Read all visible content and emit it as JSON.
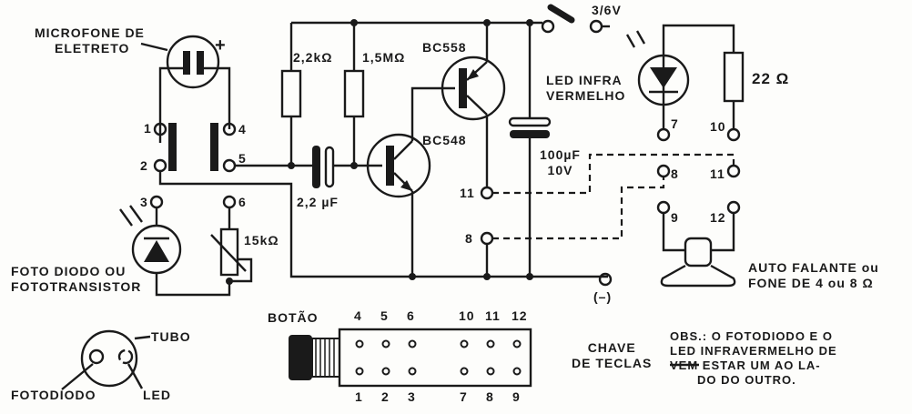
{
  "labels": {
    "mic": [
      "MICROFONE DE",
      "ELETRETO"
    ],
    "mic_plus": "+",
    "r1": "2,2kΩ",
    "r2": "1,5MΩ",
    "q1": "BC558",
    "q2": "BC548",
    "c1": "2,2 µF",
    "c2": [
      "100µF",
      "10V"
    ],
    "supply": "3/6V",
    "led": [
      "LED INFRA",
      "VERMELHO"
    ],
    "r3": "22 Ω",
    "pot": "15kΩ",
    "photo": [
      "FOTO DIODO OU",
      "FOTOTRANSISTOR"
    ],
    "ground": "(–)",
    "speaker": [
      "AUTO FALANTE ou",
      "FONE DE 4 ou 8 Ω"
    ],
    "tube": "TUBO",
    "photodiode": "FOTODIODO",
    "led_small": "LED",
    "button": "BOTÃO",
    "switch": [
      "CHAVE",
      "DE TECLAS"
    ],
    "obs": [
      "OBS.: O FOTODIODO E O",
      "LED INFRAVERMELHO DE",
      "VEM ESTAR UM AO LA-",
      "DO DO OUTRO."
    ]
  },
  "terminals": {
    "t1": "1",
    "t2": "2",
    "t3": "3",
    "t4": "4",
    "t5": "5",
    "t6": "6",
    "t7": "7",
    "t8": "8",
    "t9": "9",
    "t10": "10",
    "t11": "11",
    "t12": "12",
    "t8b": "8",
    "t11b": "11"
  },
  "switch_top": [
    "4",
    "5",
    "6",
    "10",
    "11",
    "12"
  ],
  "switch_bottom": [
    "1",
    "2",
    "3",
    "7",
    "8",
    "9"
  ]
}
